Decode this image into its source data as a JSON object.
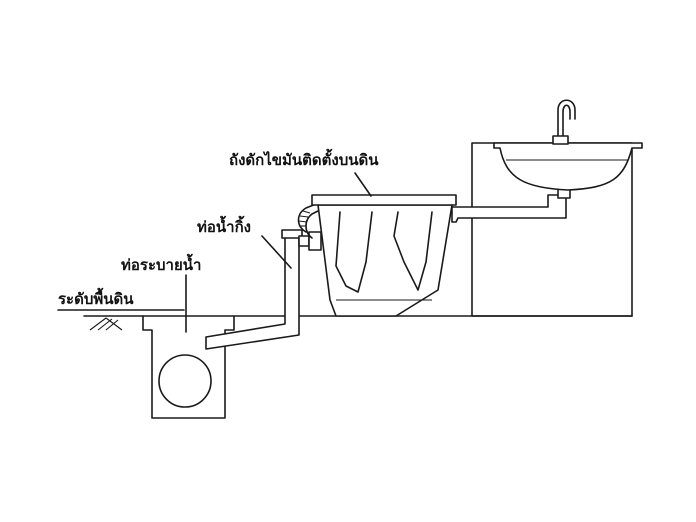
{
  "labels": {
    "ground_level": "ระดับพื้นดิน",
    "drain_pipe": "ท่อระบายน้ำ",
    "branch_pipe": "ท่อน้ำกิ้ง",
    "grease_trap": "ถังดักไขมันติดตั้งบนดิน"
  },
  "colors": {
    "line": "#1a1a1a",
    "background": "#ffffff"
  }
}
